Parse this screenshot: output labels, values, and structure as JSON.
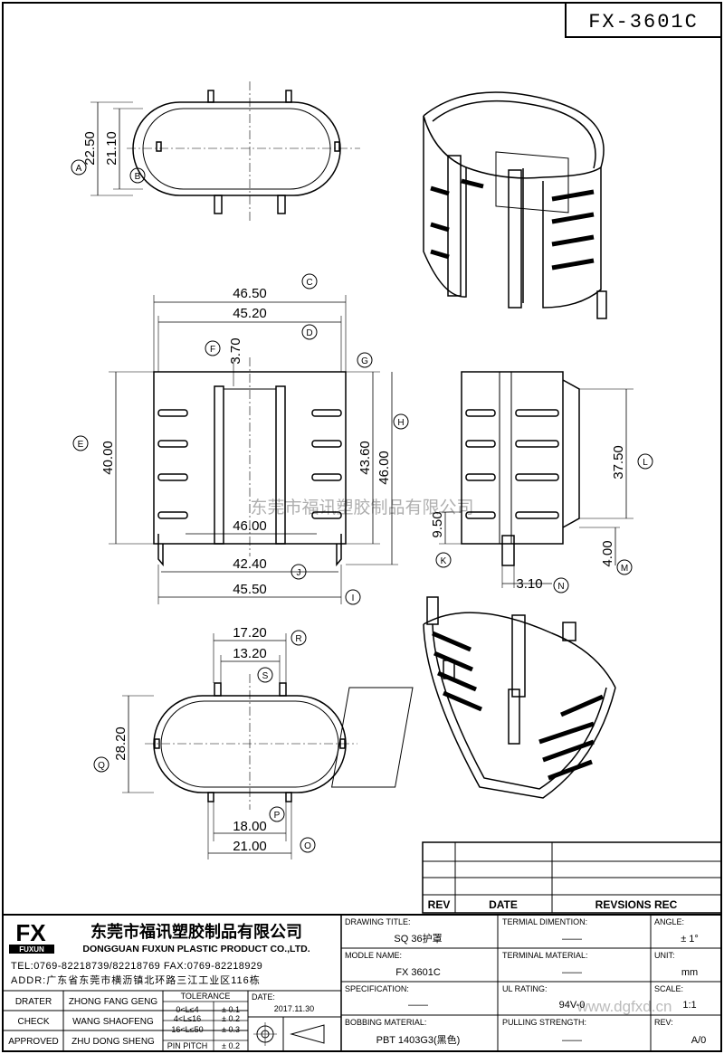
{
  "drawing_no": "FX-3601C",
  "watermark": "东莞市福讯塑胶制品有限公司",
  "website": "www.dgfxd.cn",
  "dimensions": {
    "top_a": "22.50",
    "top_b": "21.10",
    "front_c": "46.50",
    "front_d": "45.20",
    "front_f": "3.70",
    "front_e": "40.00",
    "front_g": "43.60",
    "front_h": "46.00",
    "front_center": "46.00",
    "front_j": "42.40",
    "front_i": "45.50",
    "side_l": "37.50",
    "side_k": "9.50",
    "side_m": "4.00",
    "side_n": "3.10",
    "bot_r": "17.20",
    "bot_s": "13.20",
    "bot_q": "28.20",
    "bot_p": "18.00",
    "bot_o": "21.00"
  },
  "labels": {
    "A": "A",
    "B": "B",
    "C": "C",
    "D": "D",
    "E": "E",
    "F": "F",
    "G": "G",
    "H": "H",
    "I": "I",
    "J": "J",
    "K": "K",
    "L": "L",
    "M": "M",
    "N": "N",
    "O": "O",
    "P": "P",
    "Q": "Q",
    "R": "R",
    "S": "S"
  },
  "revision_table": {
    "rev": "REV",
    "date": "DATE",
    "revisions": "REVSIONS REC"
  },
  "company": {
    "logo": "FX",
    "logo_sub": "FUXUN",
    "name_cn": "东莞市福讯塑胶制品有限公司",
    "name_en": "DONGGUAN FUXUN PLASTIC PRODUCT CO.,LTD.",
    "tel": "TEL:0769-82218739/82218769 FAX:0769-82218929",
    "addr": "ADDR:广东省东莞市横沥镇北环路三江工业区116栋"
  },
  "signoff": {
    "drater_label": "DRATER",
    "drater": "ZHONG FANG GENG",
    "check_label": "CHECK",
    "check": "WANG SHAOFENG",
    "approved_label": "APPROVED",
    "approved": "ZHU DONG SHENG"
  },
  "tolerance": {
    "title": "TOLERANCE",
    "rows": [
      {
        "range": "0<L≤4",
        "val": "± 0.1"
      },
      {
        "range": "4<L≤16",
        "val": "± 0.2"
      },
      {
        "range": "16<L≤50",
        "val": "± 0.3"
      },
      {
        "range": "PIN PITCH",
        "val": "± 0.2"
      }
    ],
    "date_label": "DATE:",
    "date": "2017.11.30"
  },
  "info": {
    "drawing_title_label": "DRAWING TITLE:",
    "drawing_title": "SQ 36护罩",
    "model_label": "MODLE NAME:",
    "model": "FX 3601C",
    "spec_label": "SPECIFICATION:",
    "spec": "——",
    "material_label": "BOBBING MATERIAL:",
    "material": "PBT 1403G3(黑色)",
    "term_dim_label": "TERMIAL DIMENTION:",
    "term_dim": "——",
    "term_mat_label": "TERMINAL MATERIAL:",
    "term_mat": "——",
    "ul_label": "UL RATING:",
    "ul": "94V-0",
    "pull_label": "PULLING STRENGTH:",
    "pull": "——",
    "angle_label": "ANGLE:",
    "angle": "± 1°",
    "unit_label": "UNIT:",
    "unit": "mm",
    "scale_label": "SCALE:",
    "scale": "1:1",
    "rev_label": "REV:",
    "rev": "A/0"
  }
}
